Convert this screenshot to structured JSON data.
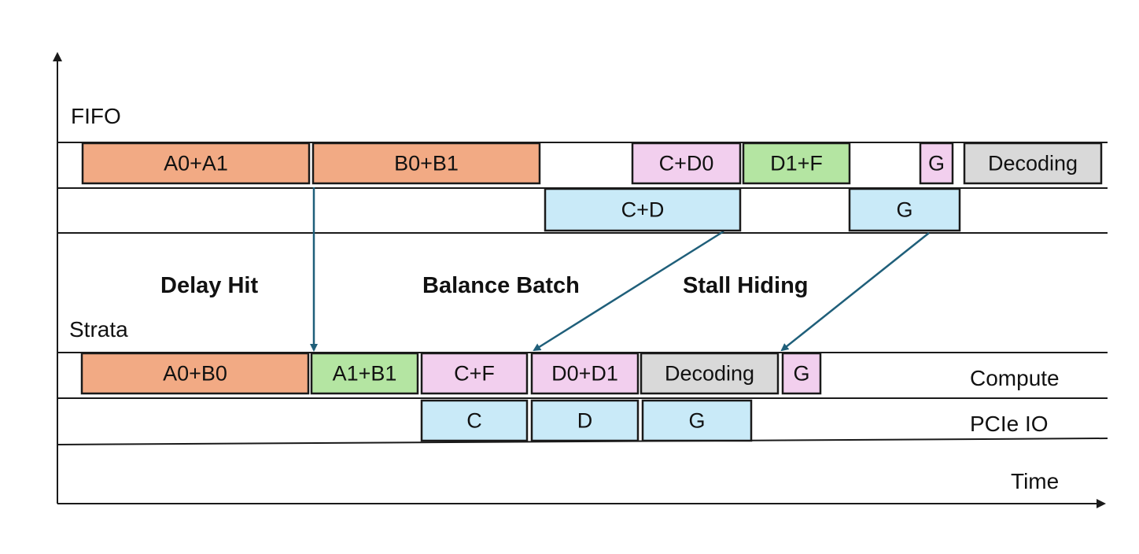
{
  "colors": {
    "orange": "#f2aa84",
    "green": "#b4e5a2",
    "pink": "#f2cfee",
    "blue": "#c9eaf8",
    "gray": "#d9d9d9",
    "arrow": "#1f5f7a"
  },
  "sections": {
    "fifo": "FIFO",
    "strata": "Strata"
  },
  "lanes": {
    "compute": "Compute",
    "pcie": "PCIe IO",
    "time": "Time"
  },
  "annotations": {
    "delay_hit": "Delay Hit",
    "balance_batch": "Balance Batch",
    "stall_hiding": "Stall Hiding"
  },
  "fifo_compute": [
    {
      "label": "A0+A1",
      "color": "orange"
    },
    {
      "label": "B0+B1",
      "color": "orange"
    },
    {
      "label": "C+D0",
      "color": "pink"
    },
    {
      "label": "D1+F",
      "color": "green"
    },
    {
      "label": "G",
      "color": "pink"
    },
    {
      "label": "Decoding",
      "color": "gray"
    }
  ],
  "fifo_io": [
    {
      "label": "C+D",
      "color": "blue"
    },
    {
      "label": "G",
      "color": "blue"
    }
  ],
  "strata_compute": [
    {
      "label": "A0+B0",
      "color": "orange"
    },
    {
      "label": "A1+B1",
      "color": "green"
    },
    {
      "label": "C+F",
      "color": "pink"
    },
    {
      "label": "D0+D1",
      "color": "pink"
    },
    {
      "label": "Decoding",
      "color": "gray"
    },
    {
      "label": "G",
      "color": "pink"
    }
  ],
  "strata_io": [
    {
      "label": "C",
      "color": "blue"
    },
    {
      "label": "D",
      "color": "blue"
    },
    {
      "label": "G",
      "color": "blue"
    }
  ]
}
